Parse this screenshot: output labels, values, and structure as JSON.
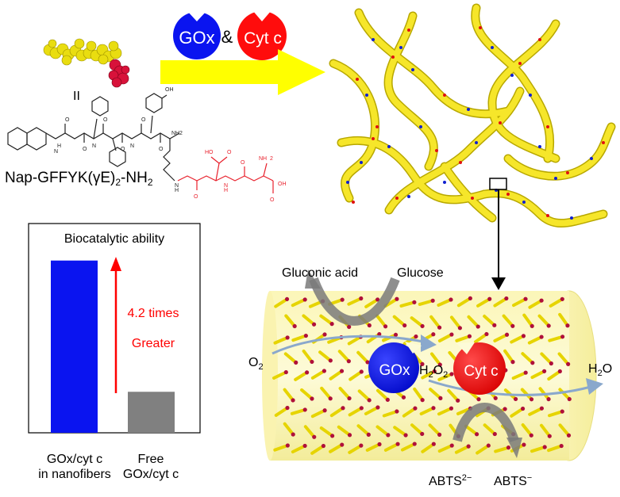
{
  "enzymes": {
    "gox": "GOx",
    "amp": "&",
    "cytc": "Cyt c"
  },
  "molecule": {
    "roman": "II",
    "name_main": "Nap-GFFYK(γE)",
    "name_sub": "2",
    "name_tail": "-NH",
    "name_sub2": "2",
    "colors": {
      "peptide": "#f2e200",
      "glutamate": "#e0103c",
      "structure_red": "#e8202c"
    }
  },
  "chart_data": {
    "type": "bar",
    "title": "Biocatalytic ability",
    "categories": [
      "GOx/cyt c in nanofibers",
      "Free GOx/cyt c"
    ],
    "category_lines": [
      [
        "GOx/cyt c",
        "in nanofibers"
      ],
      [
        "Free",
        "GOx/cyt c"
      ]
    ],
    "values": [
      4.2,
      1.0
    ],
    "colors": [
      "#0a14f0",
      "#808080"
    ],
    "annotation": [
      "4.2 times",
      "Greater"
    ],
    "annotation_color": "#ff0000",
    "ylim": [
      0,
      4.6
    ]
  },
  "reaction": {
    "gluconic_acid": "Gluconic acid",
    "glucose": "Glucose",
    "o2": "O",
    "o2_sub": "2",
    "gox": "GOx",
    "h2o2_h": "H",
    "h2o2_2a": "2",
    "h2o2_o": "O",
    "h2o2_2b": "2",
    "cytc": "Cyt c",
    "h2o_h": "H",
    "h2o_2": "2",
    "h2o_o": "O",
    "abts_in": "ABTS",
    "abts_in_sup": "2−",
    "abts_out": "ABTS",
    "abts_out_sup": "−"
  },
  "colors": {
    "gox_blue": "#0a14f0",
    "cytc_red": "#ff0c0c",
    "fiber_yellow": "#f3e020",
    "arrow_yellow": "#ffff00",
    "flow_arrow": "#8aa8cc"
  }
}
